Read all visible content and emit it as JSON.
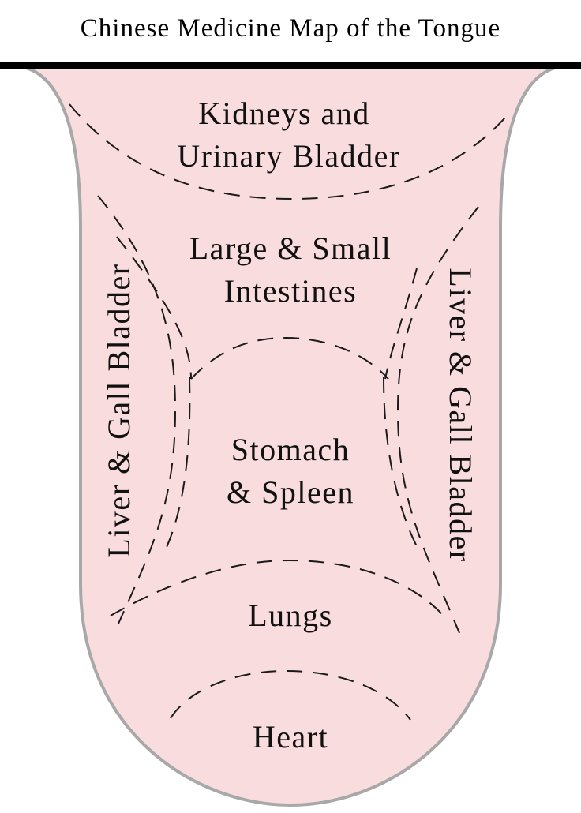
{
  "title": "Chinese Medicine Map of the Tongue",
  "colors": {
    "tongue_fill": "#f9dcdd",
    "tongue_outline": "#a8a8a8",
    "header_bar": "#000000",
    "dashed_line": "#1a1a1a",
    "text": "#111111"
  },
  "regions": {
    "kidneys": [
      "Kidneys and",
      "Urinary Bladder"
    ],
    "intestines": [
      "Large & Small",
      "Intestines"
    ],
    "stomach": [
      "Stomach",
      "& Spleen"
    ],
    "lungs": [
      "Lungs"
    ],
    "heart": [
      "Heart"
    ],
    "liver_left": "Liver & Gall Bladder",
    "liver_right": "Liver & Gall Bladder"
  }
}
